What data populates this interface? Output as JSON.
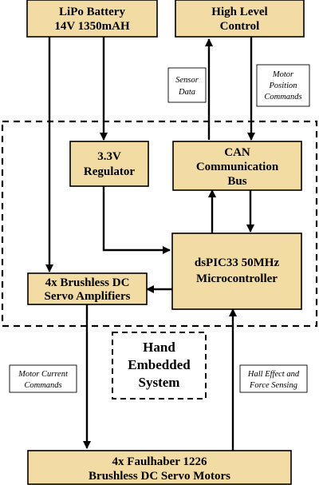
{
  "colors": {
    "box_fill": "#f2dca3",
    "stroke": "#000000",
    "background": "#ffffff"
  },
  "blocks": {
    "battery": {
      "lines": [
        "LiPo Battery",
        "14V 1350mAH"
      ]
    },
    "high_level": {
      "lines": [
        "High Level",
        "Control"
      ]
    },
    "regulator": {
      "lines": [
        "3.3V",
        "Regulator"
      ]
    },
    "can_bus": {
      "lines": [
        "CAN",
        "Communication",
        "Bus"
      ]
    },
    "microcontroller": {
      "lines": [
        "dsPIC33 50MHz",
        "Microcontroller"
      ]
    },
    "amplifiers": {
      "lines": [
        "4x Brushless DC",
        "Servo Amplifiers"
      ]
    },
    "motors": {
      "lines": [
        "4x Faulhaber 1226",
        "Brushless DC Servo Motors"
      ]
    }
  },
  "labels": {
    "sensor_data": {
      "lines": [
        "Sensor",
        "Data"
      ]
    },
    "motor_position": {
      "lines": [
        "Motor",
        "Position",
        "Commands"
      ]
    },
    "motor_current": {
      "lines": [
        "Motor Current",
        "Commands"
      ]
    },
    "hall_effect": {
      "lines": [
        "Hall Effect and",
        "Force Sensing"
      ]
    }
  },
  "embedded_system": {
    "lines": [
      "Hand",
      "Embedded",
      "System"
    ]
  }
}
